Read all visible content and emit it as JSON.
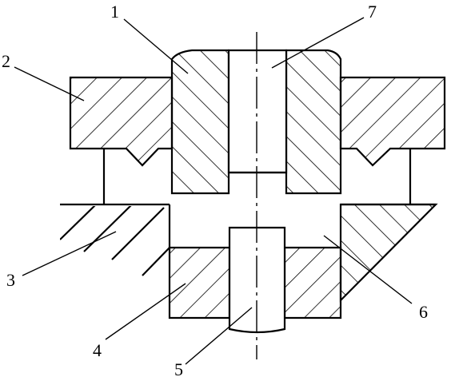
{
  "diagram": {
    "labels": {
      "part_1": "1",
      "part_2": "2",
      "part_3": "3",
      "part_4": "4",
      "part_5": "5",
      "part_6": "6",
      "part_7": "7"
    },
    "colors": {
      "stroke": "#000000",
      "background": "#ffffff"
    }
  }
}
